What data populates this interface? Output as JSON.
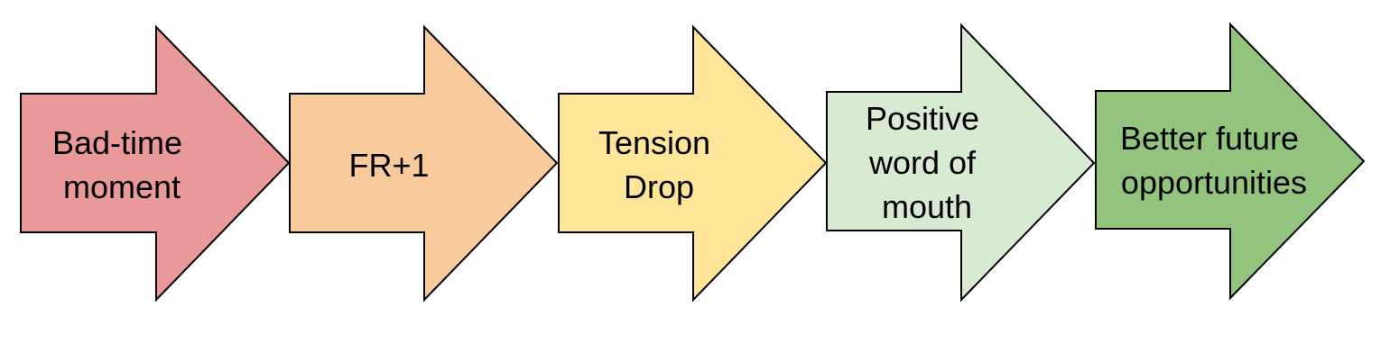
{
  "flow": {
    "steps": [
      {
        "lines": [
          "Bad-time",
          "moment"
        ],
        "fill": "#ea9999"
      },
      {
        "lines": [
          "FR+1"
        ],
        "fill": "#f9cb9c"
      },
      {
        "lines": [
          "Tension",
          "Drop"
        ],
        "fill": "#ffe599"
      },
      {
        "lines": [
          "Positive",
          "word of",
          "mouth"
        ],
        "fill": "#d9ead3"
      },
      {
        "lines": [
          "Better future",
          "opportunities"
        ],
        "fill": "#93c47d"
      }
    ]
  }
}
